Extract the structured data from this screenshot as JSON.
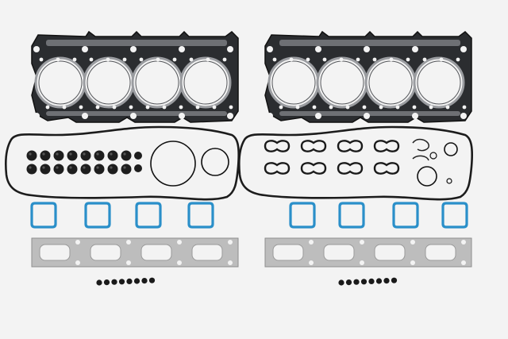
{
  "photo": {
    "background": "#f3f3f3",
    "kits": [
      {
        "side": "left",
        "head_gasket": {
          "bores": 4,
          "color": "#2b2d30"
        },
        "valve_cover_gasket": {
          "color": "#1c1c1c"
        },
        "valve_stem_seals": {
          "rows": 2,
          "per_row": 8
        },
        "o_rings": 2,
        "intake_gaskets": {
          "count": 4,
          "color": "#2a8fc9"
        },
        "exhaust_gaskets": {
          "count": 4,
          "color": "#bdbdbd"
        },
        "small_seals": 8
      },
      {
        "side": "right",
        "head_gasket": {
          "bores": 4,
          "color": "#2b2d30"
        },
        "valve_cover_gasket": {
          "color": "#1c1c1c"
        },
        "spark_plug_tube_seals": {
          "rows": 2,
          "per_row": 4
        },
        "o_rings": 4,
        "intake_gaskets": {
          "count": 4,
          "color": "#2a8fc9"
        },
        "exhaust_gaskets": {
          "count": 4,
          "color": "#bdbdbd"
        },
        "small_seals": 8
      }
    ]
  }
}
